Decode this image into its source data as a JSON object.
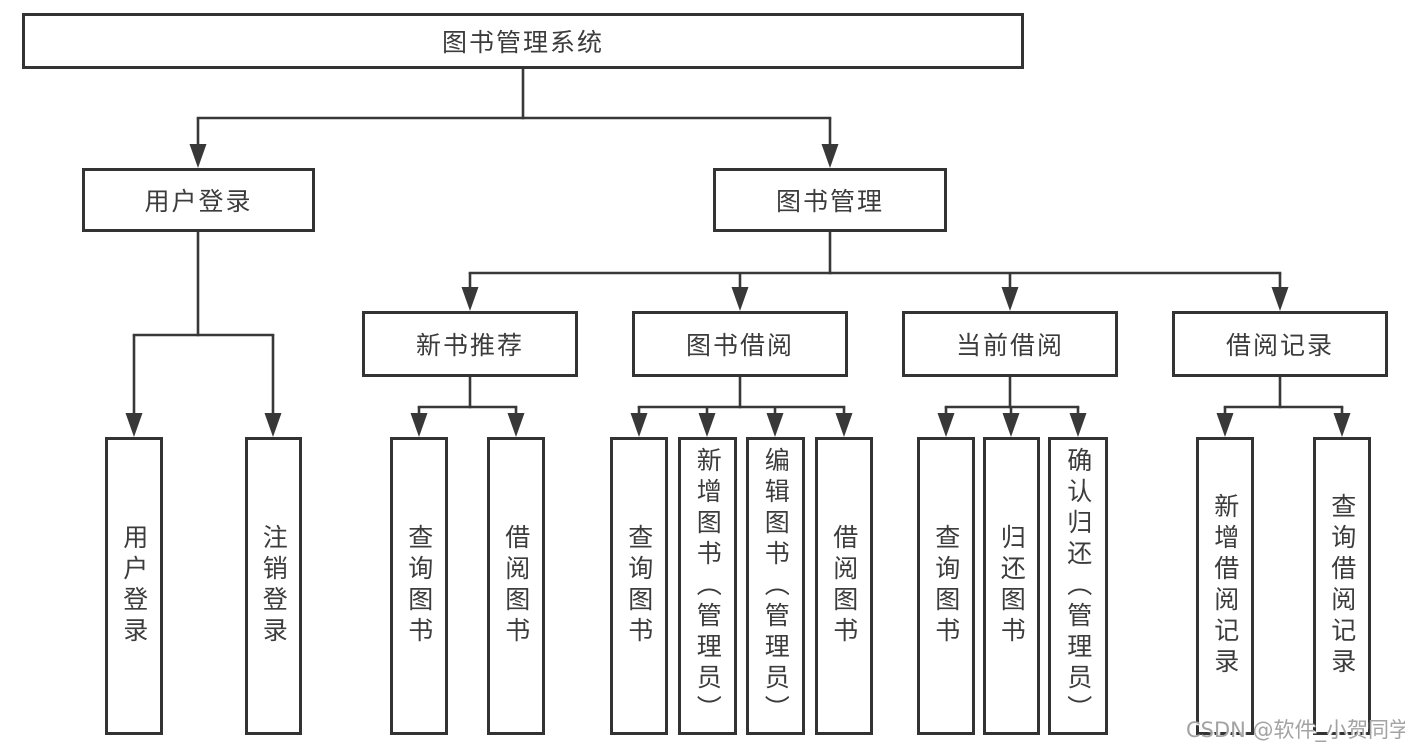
{
  "diagram": {
    "root": {
      "label": "图书管理系统"
    },
    "level2": [
      {
        "label": "用户登录"
      },
      {
        "label": "图书管理"
      }
    ],
    "level3": [
      {
        "label": "新书推荐"
      },
      {
        "label": "图书借阅"
      },
      {
        "label": "当前借阅"
      },
      {
        "label": "借阅记录"
      }
    ],
    "leaves": {
      "user_login": [
        {
          "label": "用户登录"
        },
        {
          "label": "注销登录"
        }
      ],
      "new_book": [
        {
          "label": "查询图书"
        },
        {
          "label": "借阅图书"
        }
      ],
      "book_borrow": [
        {
          "label": "查询图书"
        },
        {
          "label": "新增图书（管理员）"
        },
        {
          "label": "编辑图书（管理员）"
        },
        {
          "label": "借阅图书"
        }
      ],
      "current_borrow": [
        {
          "label": "查询图书"
        },
        {
          "label": "归还图书"
        },
        {
          "label": "确认归还（管理员）"
        }
      ],
      "borrow_record": [
        {
          "label": "新增借阅记录"
        },
        {
          "label": "查询借阅记录"
        }
      ]
    },
    "watermark": "CSDN @软件_小贺同学",
    "colors": {
      "line": "#383838",
      "text": "#3c3c3c",
      "watermark": "#a3a3a3",
      "background": "#ffffff"
    }
  }
}
